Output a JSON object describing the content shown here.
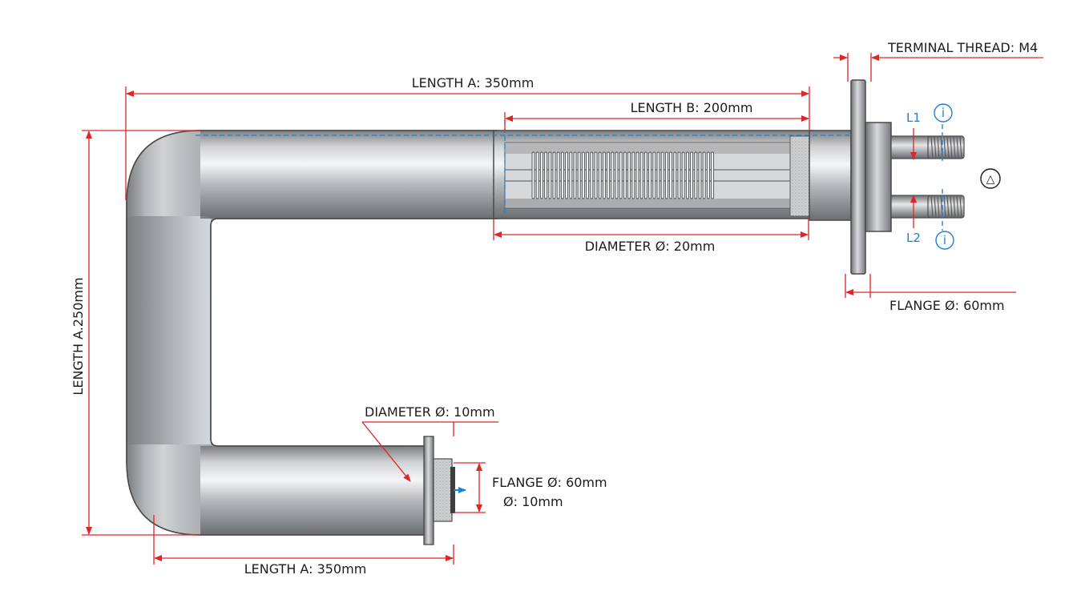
{
  "labels": {
    "terminal_thread": "TERMINAL THREAD: M4",
    "length_a_top": "LENGTH A: 350mm",
    "length_b": "LENGTH B: 200mm",
    "diameter_main": "DIAMETER Ø: 20mm",
    "flange_right": "FLANGE Ø: 60mm",
    "length_a_vertical": "LENGTH A.250mm",
    "diameter_small": "DIAMETER Ø: 10mm",
    "flange_left": "FLANGE Ø: 60mm",
    "small_diameter": "Ø: 10mm",
    "length_a_bottom": "LENGTH A: 350mm",
    "terminal_1": "L1",
    "terminal_2": "L2",
    "info_symbol": "i",
    "warning_symbol": "△"
  },
  "colors": {
    "dimension": "#e0242a",
    "reference": "#1e7fd6",
    "outline": "#4a4a4a",
    "text": "#1c1c1c"
  }
}
